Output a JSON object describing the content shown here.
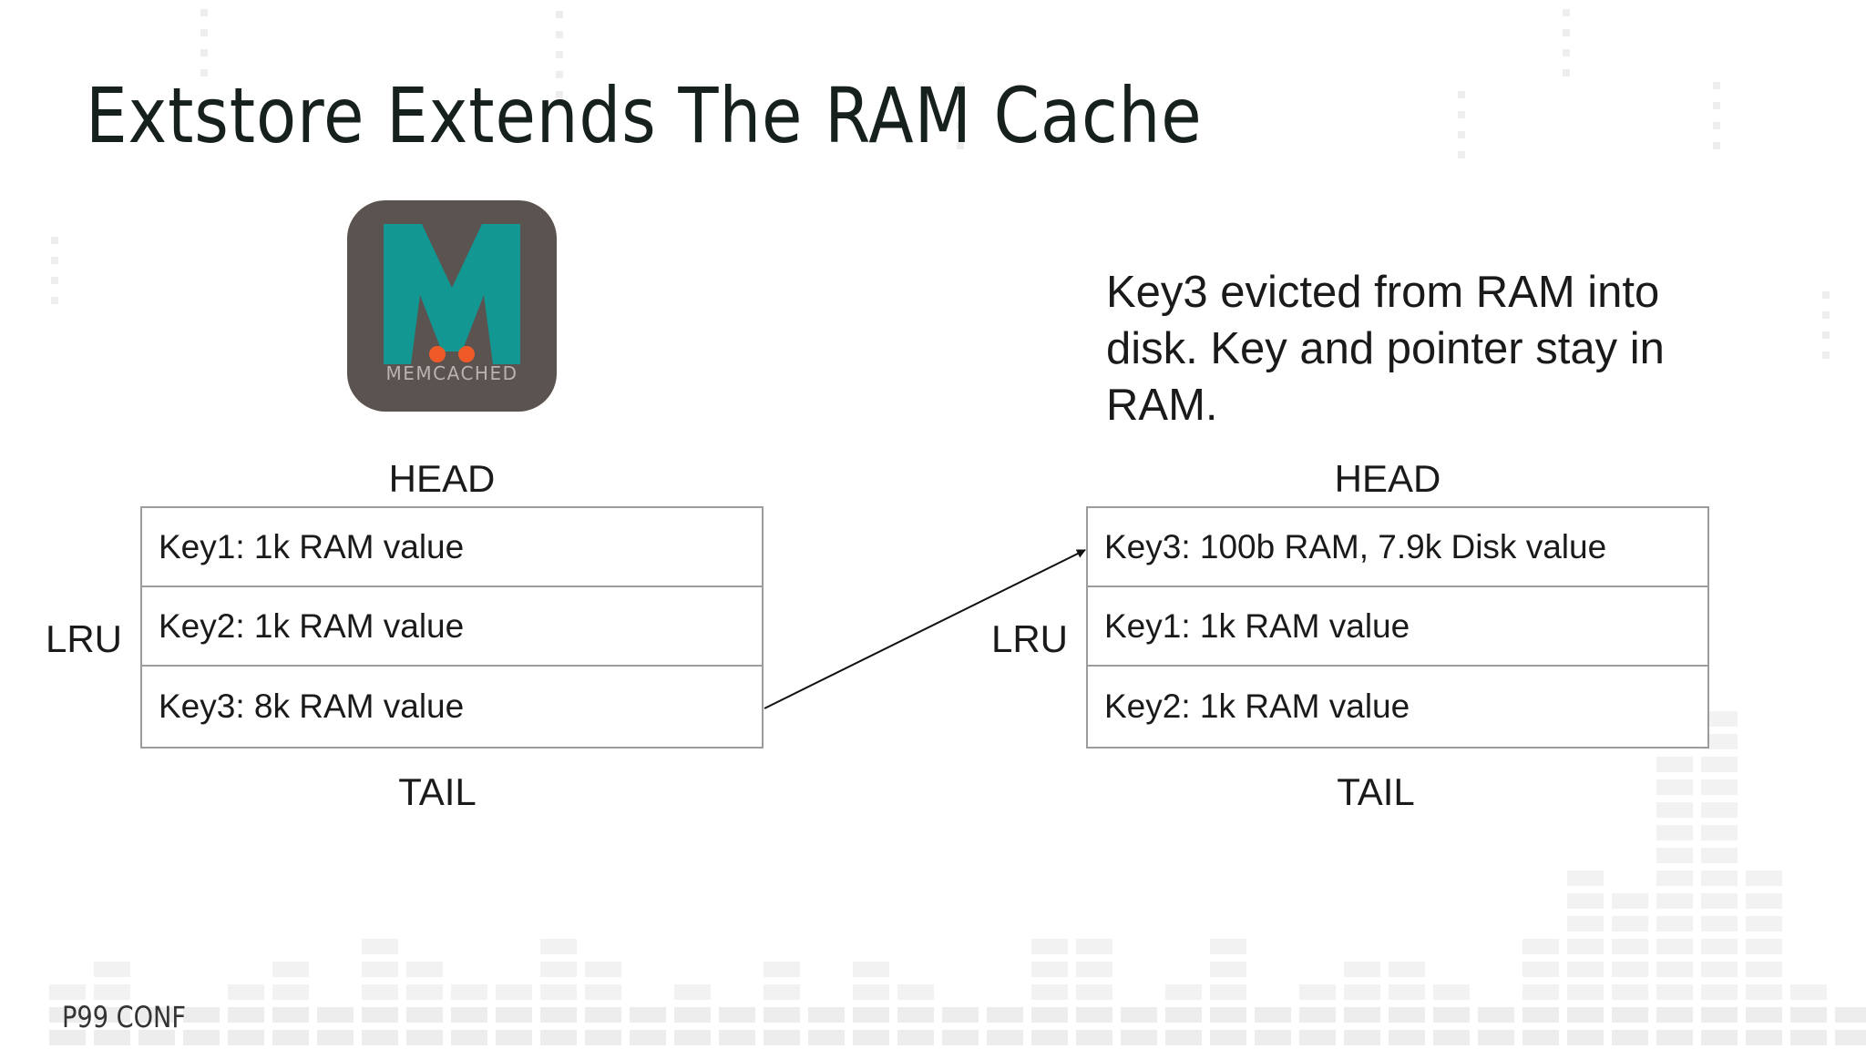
{
  "slide": {
    "title": "Extstore Extends The RAM Cache"
  },
  "logo": {
    "wordmark": "MEMCACHED",
    "colors": {
      "background": "#5a5350",
      "letter": "#139793",
      "eyes": "#f05a28"
    }
  },
  "note": {
    "text": "Key3 evicted from RAM into disk. Key and pointer stay in RAM."
  },
  "before": {
    "head_label": "HEAD",
    "tail_label": "TAIL",
    "side_label": "LRU",
    "rows": [
      "Key1: 1k RAM value",
      "Key2: 1k RAM value",
      "Key3: 8k RAM value"
    ]
  },
  "after": {
    "head_label": "HEAD",
    "tail_label": "TAIL",
    "side_label": "LRU",
    "rows": [
      "Key3: 100b RAM, 7.9k Disk value",
      "Key1: 1k RAM value",
      "Key2: 1k RAM value"
    ]
  },
  "footer": {
    "brand": "P99 CONF"
  }
}
